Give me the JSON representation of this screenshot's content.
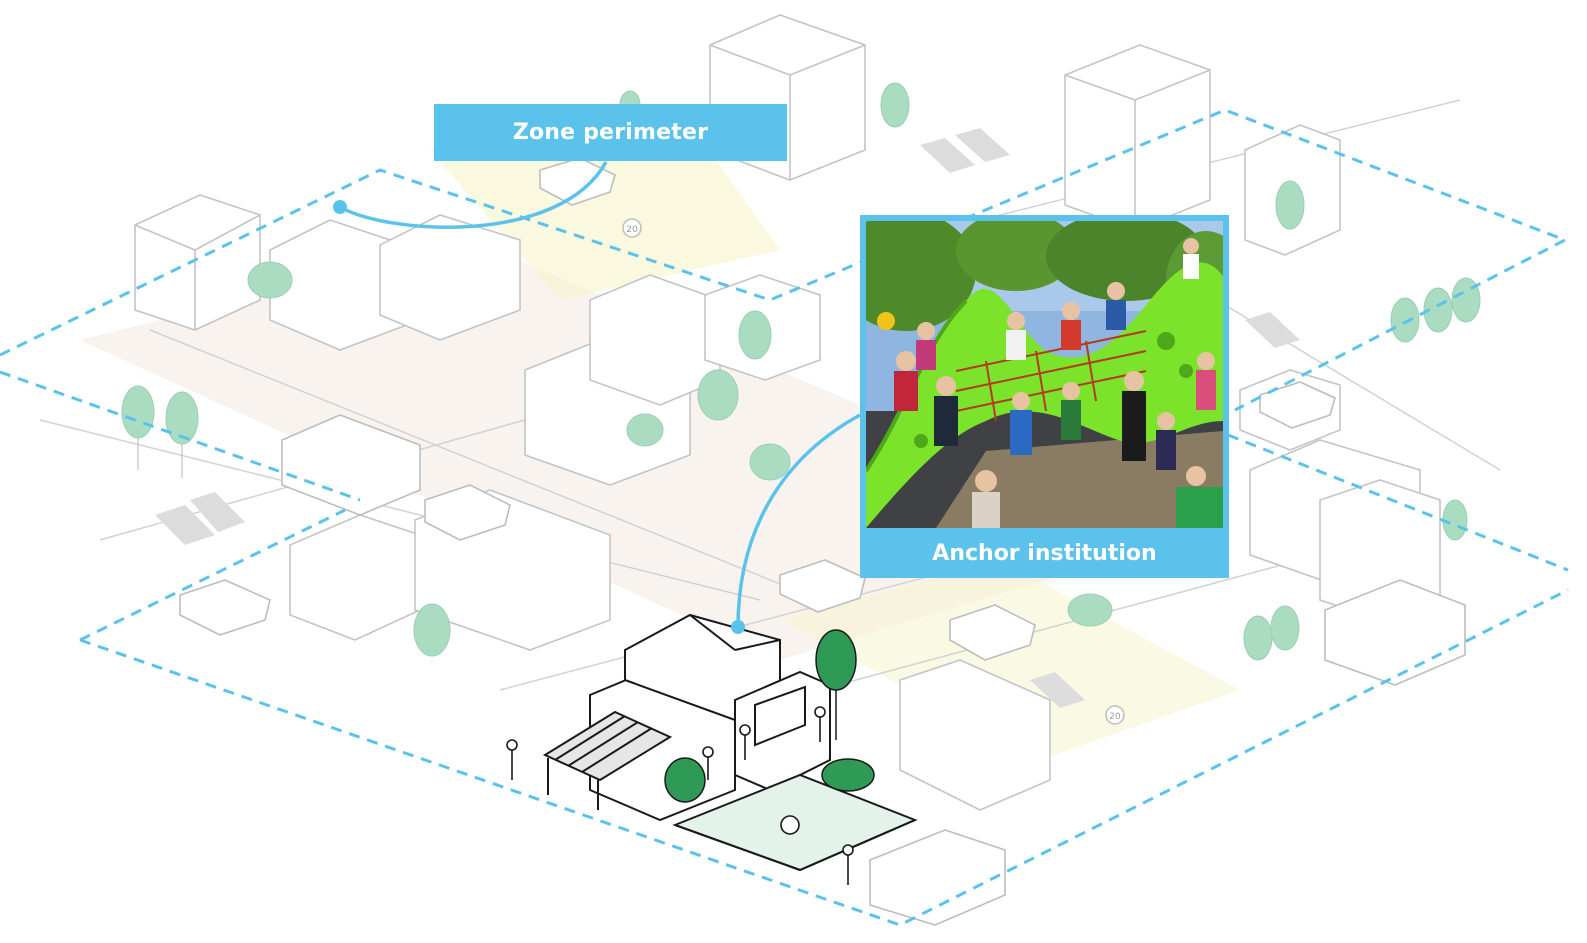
{
  "labels": {
    "zone_perimeter": "Zone perimeter",
    "anchor_institution": "Anchor institution"
  },
  "speed_signs": [
    "20",
    "20"
  ],
  "colors": {
    "accent": "#5BC3EB",
    "tree_green_light": "#9fd6b5",
    "tree_green_dark": "#2e9a55",
    "playground_green": "#7be32a",
    "line_gray": "#c9c9c9",
    "crossing_yellow": "#f6f3c8",
    "crossing_pink": "#f6e6df"
  },
  "icons": {
    "connector_dot": "filled-circle",
    "photo": "playground-photo"
  }
}
